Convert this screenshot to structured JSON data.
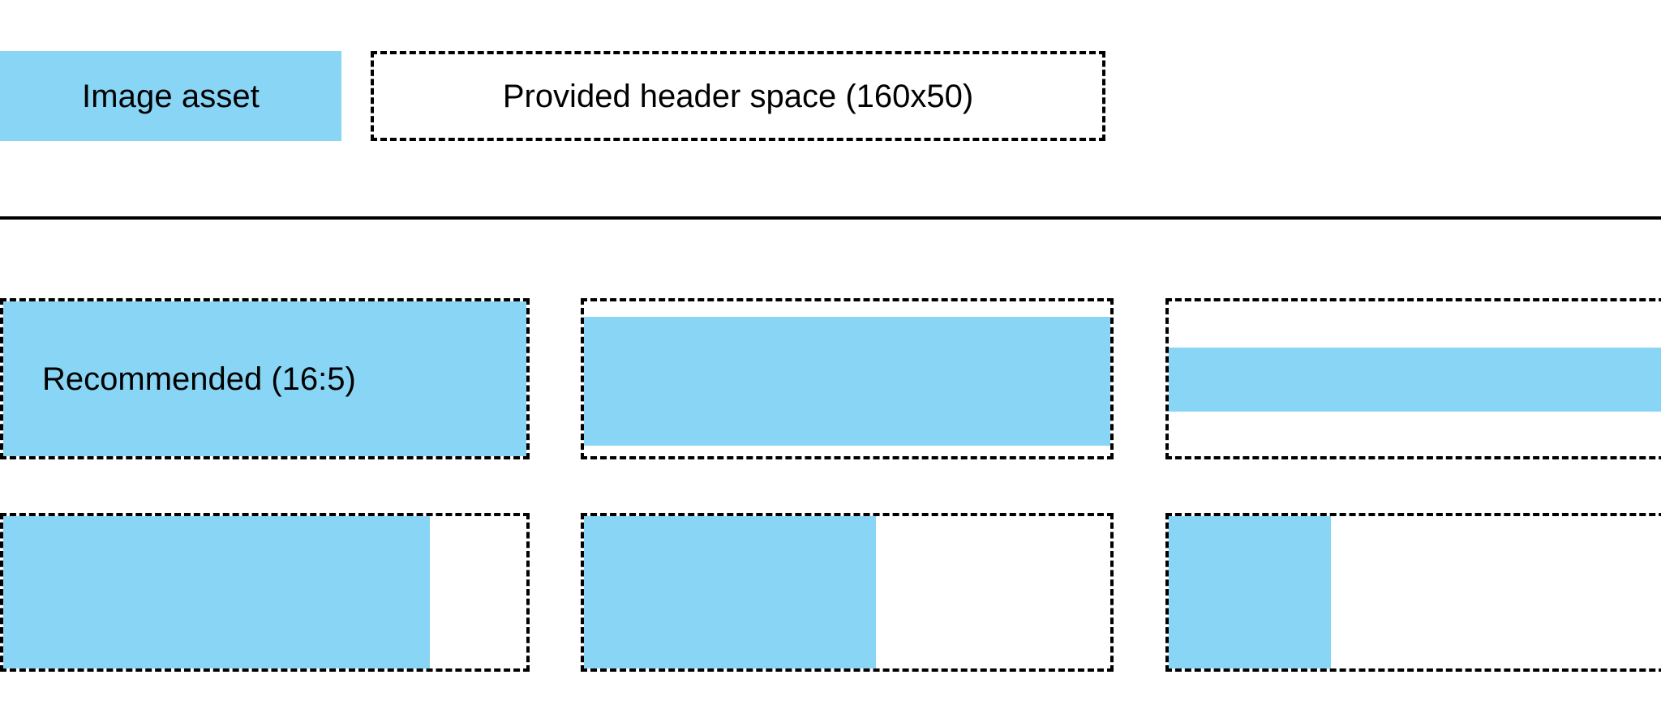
{
  "accent_color": "#89d5f5",
  "border_color": "#000000",
  "background_color": "#ffffff",
  "legend": {
    "swatch_label": "Image asset",
    "header_space_label": "Provided header space (160x50)"
  },
  "divider": {
    "present": true
  },
  "grid": {
    "rows": [
      {
        "row_index": 1,
        "cells": [
          {
            "label": "Recommended (16:5)",
            "fill": "full"
          },
          {
            "label": "",
            "fill": "horizontal-band-tall"
          },
          {
            "label": "",
            "fill": "horizontal-band-short"
          }
        ]
      },
      {
        "row_index": 2,
        "cells": [
          {
            "label": "",
            "fill": "left-wide"
          },
          {
            "label": "",
            "fill": "left-medium"
          },
          {
            "label": "",
            "fill": "left-narrow"
          }
        ]
      }
    ]
  }
}
